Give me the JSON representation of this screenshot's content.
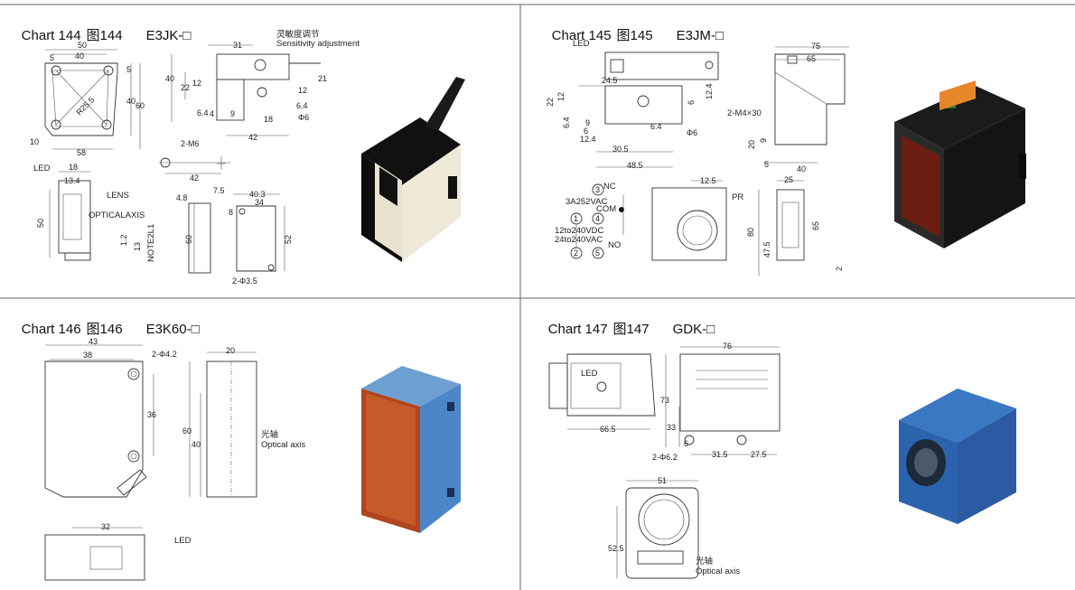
{
  "panels": [
    {
      "chart_label": "Chart 144",
      "chart_label_cn": "图144",
      "model": "E3JK-□",
      "labels": {
        "sensitivity_cn": "灵敏度调节",
        "sensitivity_en": "Sensitivity adjustment",
        "led": "LED",
        "lens": "LENS",
        "optical_axis": "OPTICALAXIS",
        "note": "NOTE2L1",
        "m6": "2-M6",
        "phi35": "2-Φ3.5",
        "r": "R25.5"
      },
      "dims": [
        "50",
        "40",
        "5",
        "5",
        "40",
        "60",
        "58",
        "10",
        "31",
        "40",
        "22",
        "12",
        "6.4",
        "4",
        "9",
        "18",
        "21",
        "12",
        "6.4",
        "Φ6",
        "42",
        "42",
        "18",
        "13.4",
        "50",
        "1.2",
        "13",
        "4.8",
        "7.5",
        "60",
        "40.3",
        "34",
        "8",
        "52"
      ]
    },
    {
      "chart_label": "Chart 145",
      "chart_label_cn": "图145",
      "model": "E3JM-□",
      "labels": {
        "led": "LED",
        "m4": "2-M4×30",
        "phi6": "Φ6",
        "nc": "NC",
        "com": "COM",
        "no": "NO",
        "ac": "3A252VAC",
        "dc1": "12to240VDC",
        "dc2": "24to240VAC",
        "pr": "PR",
        "t1": "1",
        "t2": "2",
        "t3": "3",
        "t4": "4",
        "t5": "5"
      },
      "dims": [
        "24.5",
        "22",
        "12",
        "6.4",
        "9",
        "6",
        "12.4",
        "30.5",
        "48.5",
        "6.4",
        "6",
        "12.4",
        "75",
        "65",
        "20",
        "9",
        "5",
        "40",
        "12.5",
        "25",
        "80",
        "65",
        "47.5",
        "2"
      ]
    },
    {
      "chart_label": "Chart 146",
      "chart_label_cn": "图146",
      "model": "E3K60-□",
      "labels": {
        "phi42": "2-Φ4.2",
        "axis_cn": "光轴",
        "axis_en": "Optical axis",
        "led": "LED"
      },
      "dims": [
        "43",
        "38",
        "36",
        "20",
        "60",
        "40",
        "32"
      ]
    },
    {
      "chart_label": "Chart 147",
      "chart_label_cn": "图147",
      "model": "GDK-□",
      "labels": {
        "led": "LED",
        "phi62": "2-Φ6.2",
        "axis_cn": "光轴",
        "axis_en": "Optical axis"
      },
      "dims": [
        "76",
        "73",
        "33",
        "6",
        "31.5",
        "27.5",
        "66.5",
        "51",
        "52.5"
      ]
    }
  ]
}
